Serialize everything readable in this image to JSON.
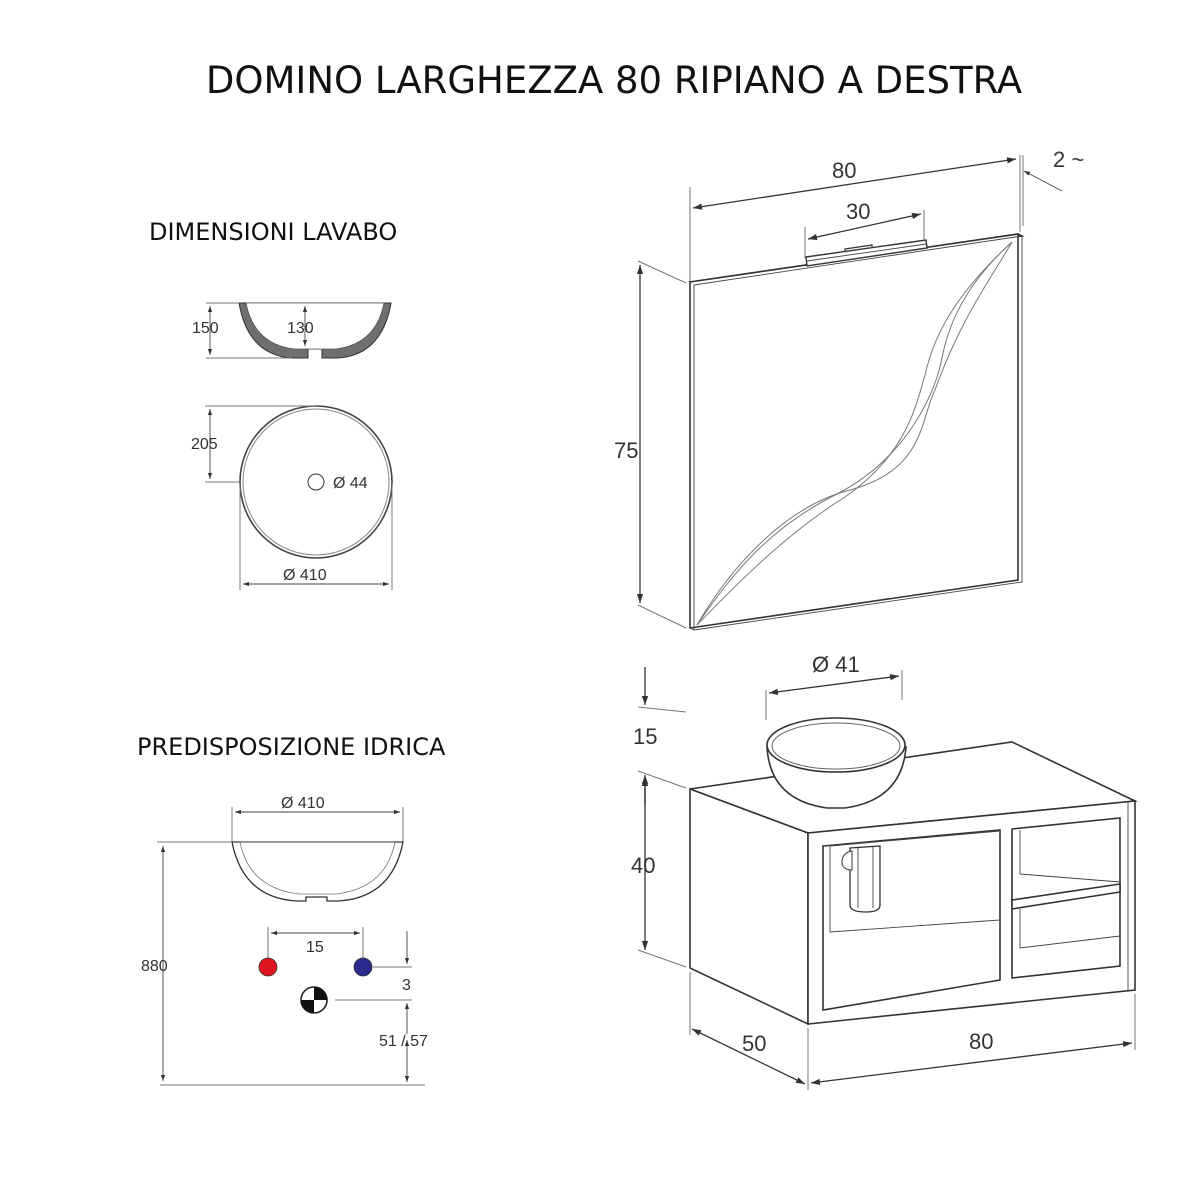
{
  "title": "DOMINO LARGHEZZA 80 RIPIANO A DESTRA",
  "sink_section": {
    "heading": "DIMENSIONI LAVABO",
    "side_height": "150",
    "inner_depth": "130",
    "top_offset": "205",
    "drain_diameter": "Ø 44",
    "outer_diameter": "Ø 410"
  },
  "plumbing_section": {
    "heading": "PREDISPOSIZIONE IDRICA",
    "basin_diameter": "Ø 410",
    "total_height": "880",
    "tap_spacing": "15",
    "drain_offset": "3",
    "drain_height": "51 / 57",
    "colors": {
      "hot": "#e0141e",
      "cold": "#2b2a8e"
    }
  },
  "mirror": {
    "width": "80",
    "lamp_width": "30",
    "wall_gap": "2 ~",
    "height": "75"
  },
  "cabinet": {
    "bowl_diameter": "Ø 41",
    "bowl_height": "15",
    "height": "40",
    "depth": "50",
    "width": "80"
  }
}
